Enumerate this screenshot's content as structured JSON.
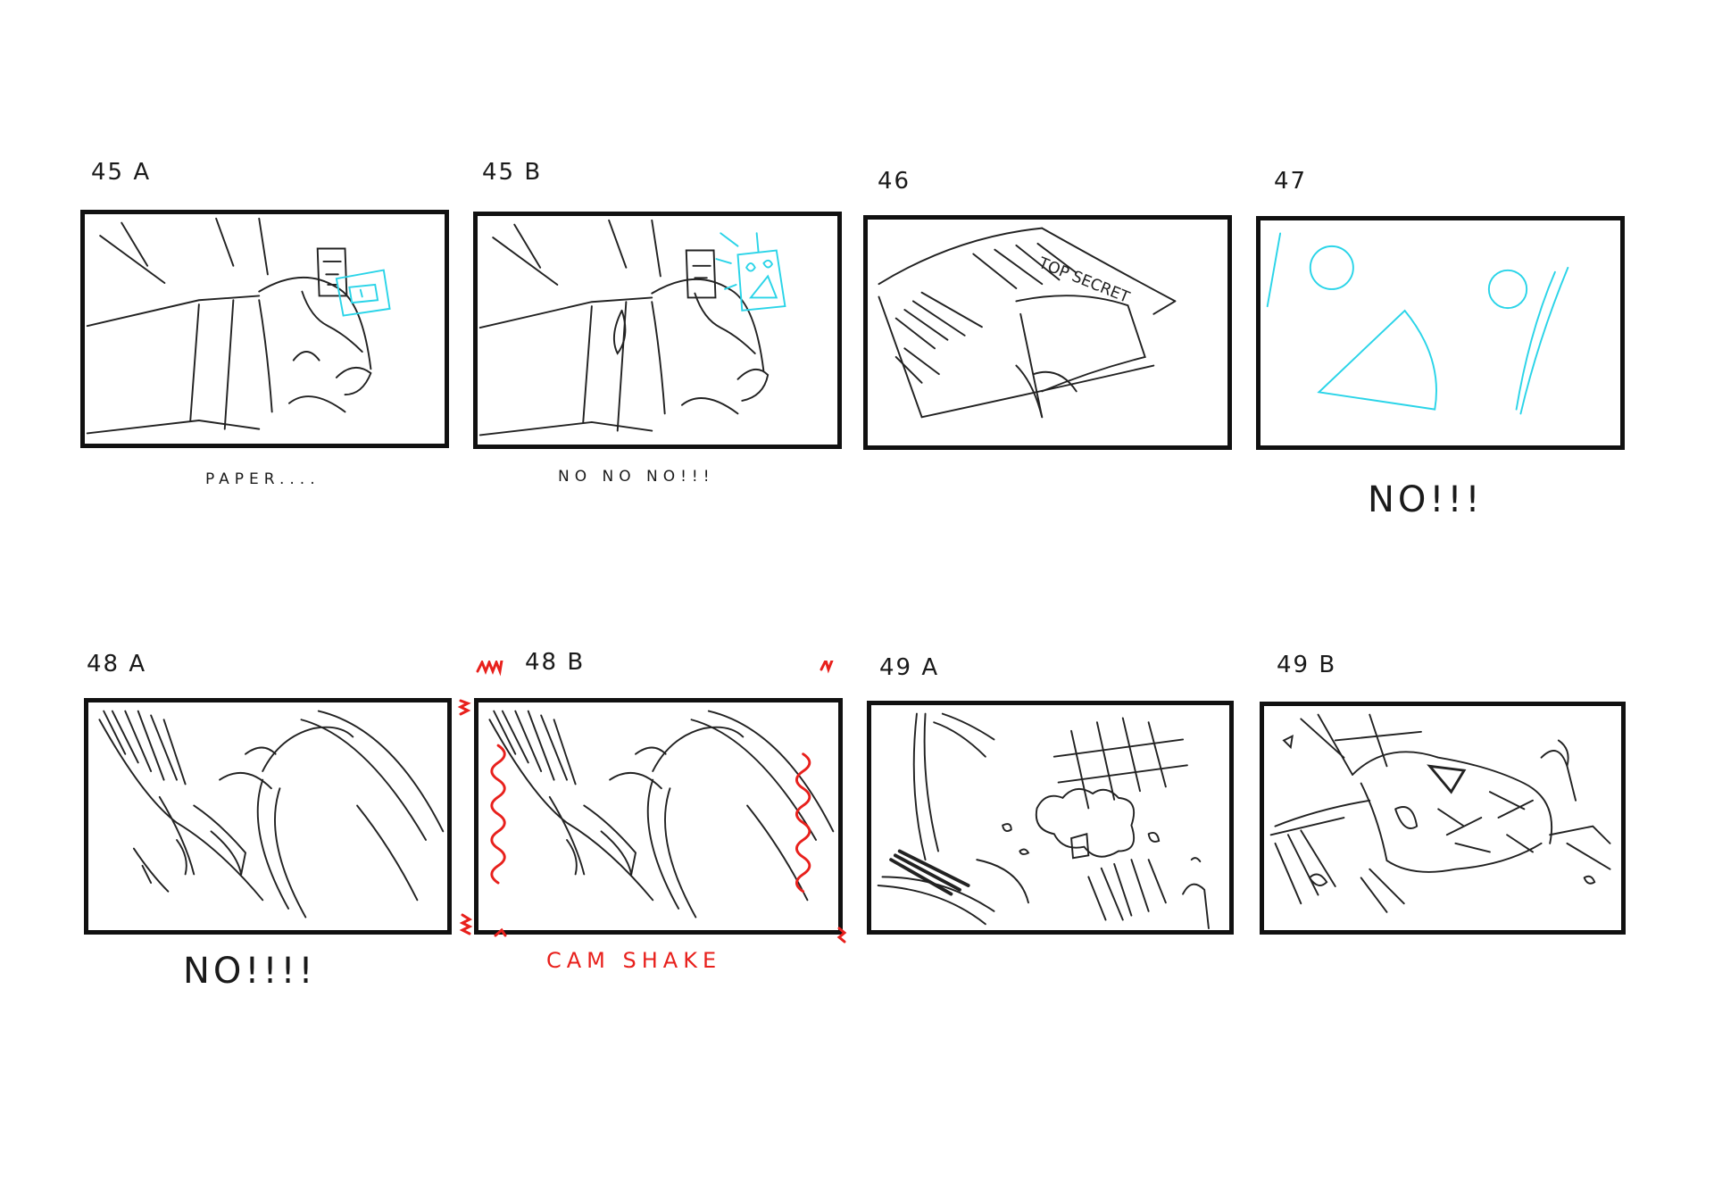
{
  "panels": [
    {
      "label": "45 A",
      "caption": "PAPER...."
    },
    {
      "label": "45 B",
      "caption": "NO  NO  NO!!!"
    },
    {
      "label": "46",
      "caption": ""
    },
    {
      "label": "47",
      "caption": "NO!!!"
    },
    {
      "label": "48 A",
      "caption": "NO!!!!"
    },
    {
      "label": "48 B",
      "caption": "CAM  SHAKE"
    },
    {
      "label": "49 A",
      "caption": ""
    },
    {
      "label": "49 B",
      "caption": ""
    }
  ],
  "frame_notes": {
    "p46_text": "TOP SECRET"
  },
  "colors": {
    "ink": "#111111",
    "cyan": "#2ad4e8",
    "red": "#e8201c"
  }
}
